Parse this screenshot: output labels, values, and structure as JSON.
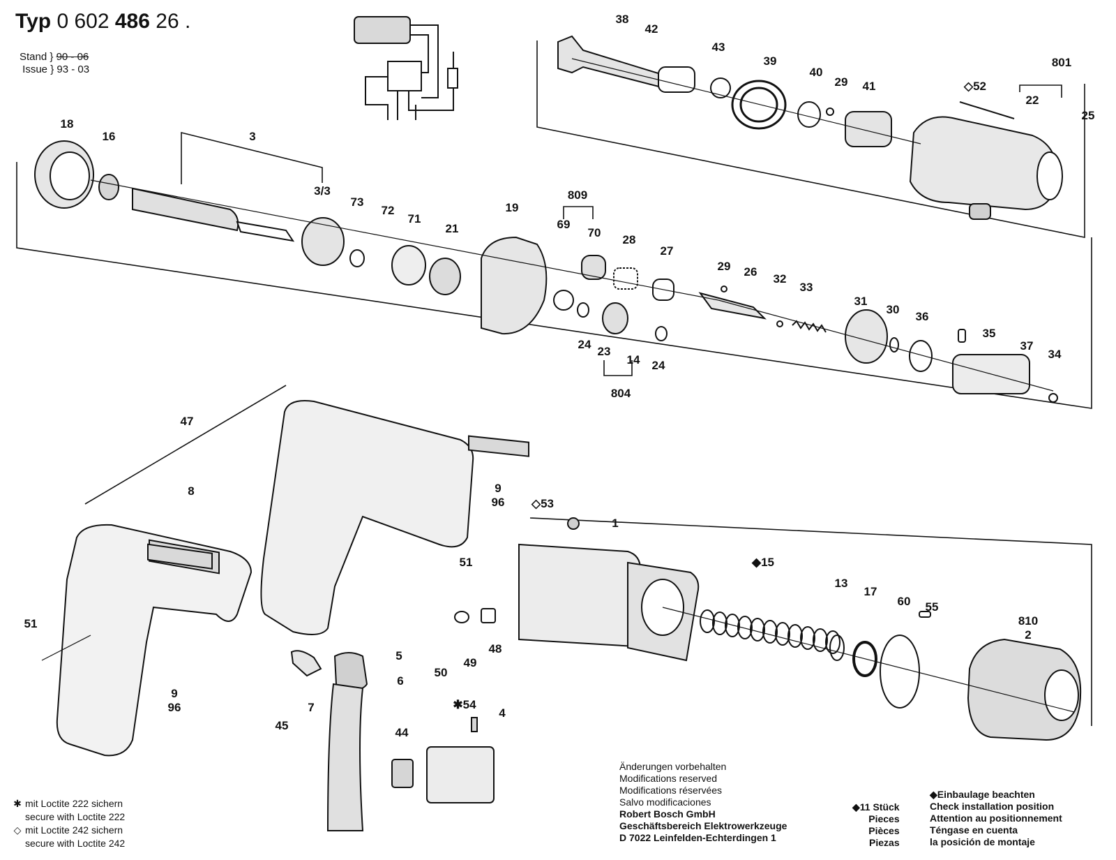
{
  "header": {
    "typ_label": "Typ",
    "typ_prefix": "0 602",
    "typ_bold": "486",
    "typ_suffix": "26 .",
    "stand_label": "Stand",
    "stand_old": "90 - 06",
    "issue_label": "Issue",
    "issue_value": "93 - 03"
  },
  "parts": [
    {
      "n": "38"
    },
    {
      "n": "42"
    },
    {
      "n": "43"
    },
    {
      "n": "39"
    },
    {
      "n": "40"
    },
    {
      "n": "29"
    },
    {
      "n": "41"
    },
    {
      "n": "◇52"
    },
    {
      "n": "801"
    },
    {
      "n": "22"
    },
    {
      "n": "25"
    },
    {
      "n": "18"
    },
    {
      "n": "16"
    },
    {
      "n": "3"
    },
    {
      "n": "3/3"
    },
    {
      "n": "73"
    },
    {
      "n": "72"
    },
    {
      "n": "71"
    },
    {
      "n": "21"
    },
    {
      "n": "19"
    },
    {
      "n": "809"
    },
    {
      "n": "69"
    },
    {
      "n": "70"
    },
    {
      "n": "28"
    },
    {
      "n": "27"
    },
    {
      "n": "29"
    },
    {
      "n": "26"
    },
    {
      "n": "32"
    },
    {
      "n": "33"
    },
    {
      "n": "31"
    },
    {
      "n": "30"
    },
    {
      "n": "36"
    },
    {
      "n": "35"
    },
    {
      "n": "37"
    },
    {
      "n": "34"
    },
    {
      "n": "24"
    },
    {
      "n": "23"
    },
    {
      "n": "14"
    },
    {
      "n": "24"
    },
    {
      "n": "804"
    },
    {
      "n": "47"
    },
    {
      "n": "8"
    },
    {
      "n": "9"
    },
    {
      "n": "96"
    },
    {
      "n": "9"
    },
    {
      "n": "96"
    },
    {
      "n": "51"
    },
    {
      "n": "◇53"
    },
    {
      "n": "1"
    },
    {
      "n": "51"
    },
    {
      "n": "◆15"
    },
    {
      "n": "13"
    },
    {
      "n": "17"
    },
    {
      "n": "60"
    },
    {
      "n": "55"
    },
    {
      "n": "810"
    },
    {
      "n": "2"
    },
    {
      "n": "5"
    },
    {
      "n": "6"
    },
    {
      "n": "7"
    },
    {
      "n": "45"
    },
    {
      "n": "50"
    },
    {
      "n": "49"
    },
    {
      "n": "48"
    },
    {
      "n": "✱54"
    },
    {
      "n": "4"
    },
    {
      "n": "44"
    }
  ],
  "legend": {
    "star_symbol": "✱",
    "star_de": "mit Loctite 222 sichern",
    "star_en": "secure with Loctite 222",
    "diamond_symbol": "◇",
    "diamond_de": "mit Loctite 242 sichern",
    "diamond_en": "secure with Loctite 242"
  },
  "notice": {
    "l1": "Änderungen vorbehalten",
    "l2": "Modifications reserved",
    "l3": "Modifications réservées",
    "l4": "Salvo modificaciones",
    "company": "Robert Bosch GmbH",
    "division": "Geschäftsbereich Elektrowerkzeuge",
    "address": "D 7022 Leinfelden-Echterdingen 1"
  },
  "quantity": {
    "symbol": "◆",
    "q1": "11 Stück",
    "q2": "Pieces",
    "q3": "Pièces",
    "q4": "Piezas"
  },
  "install": {
    "symbol": "◆",
    "i1": "Einbaulage beachten",
    "i2": "Check installation position",
    "i3": "Attention au positionnement",
    "i4": "Téngase en cuenta",
    "i5": "la posición de montaje"
  },
  "colors": {
    "ink": "#111111",
    "paper": "#ffffff",
    "shade": "#d9d9d9"
  }
}
